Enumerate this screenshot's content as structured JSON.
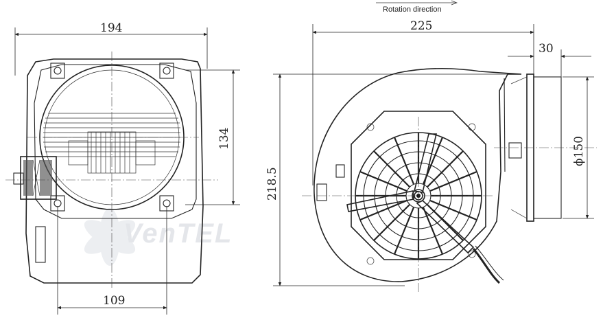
{
  "rotation_note": "Rotation direction",
  "dimensions": {
    "front_width": "194",
    "front_height": "134",
    "front_bottom_width": "109",
    "side_width": "225",
    "side_height": "218.5",
    "outlet_length": "30",
    "outlet_diameter": "ϕ150"
  },
  "watermark": "VenTEL",
  "icons": {
    "rotation_arrow": "arrow-right-icon"
  }
}
